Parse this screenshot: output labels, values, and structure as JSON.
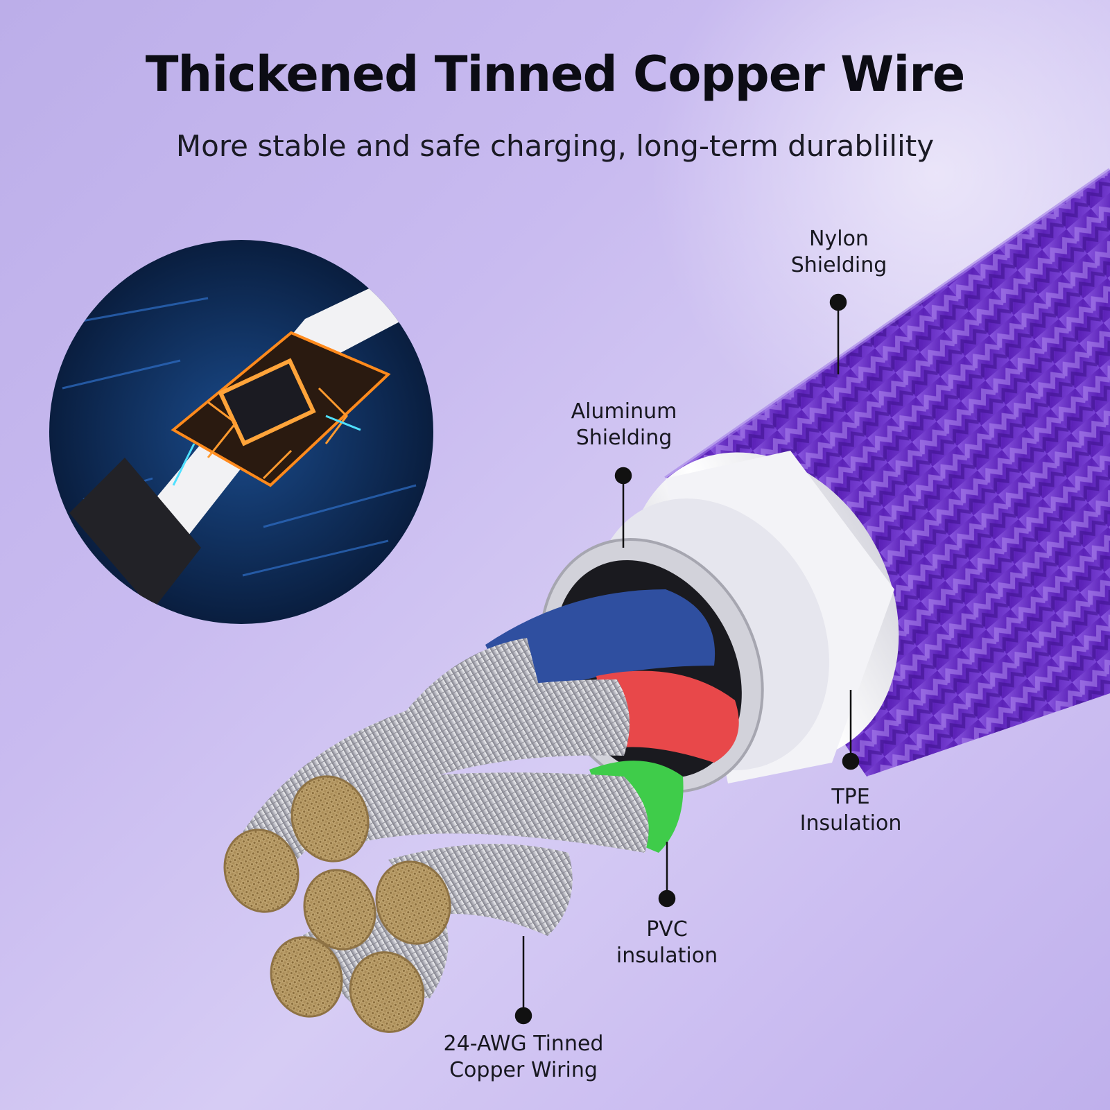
{
  "header": {
    "title": "Thickened Tinned Copper Wire",
    "subtitle": "More stable and safe charging, long-term durablility"
  },
  "callouts": {
    "nylon": {
      "line1": "Nylon",
      "line2": "Shielding"
    },
    "aluminum": {
      "line1": "Aluminum",
      "line2": "Shielding"
    },
    "tpe": {
      "line1": "TPE",
      "line2": "Insulation"
    },
    "pvc": {
      "line1": "PVC",
      "line2": "insulation"
    },
    "copper": {
      "line1": "24-AWG Tinned",
      "line2": "Copper Wiring"
    }
  },
  "colors": {
    "background": "#c8bbf0",
    "nylon_braid": "#6a2fc9",
    "tpe_jacket": "#f2f2f6",
    "blue_wire": "#2f4fa0",
    "red_wire": "#e8484a",
    "green_wire": "#3fcc4a",
    "copper_strand": "#c9ae7a",
    "circuit_glow": "#ff8a1c"
  }
}
